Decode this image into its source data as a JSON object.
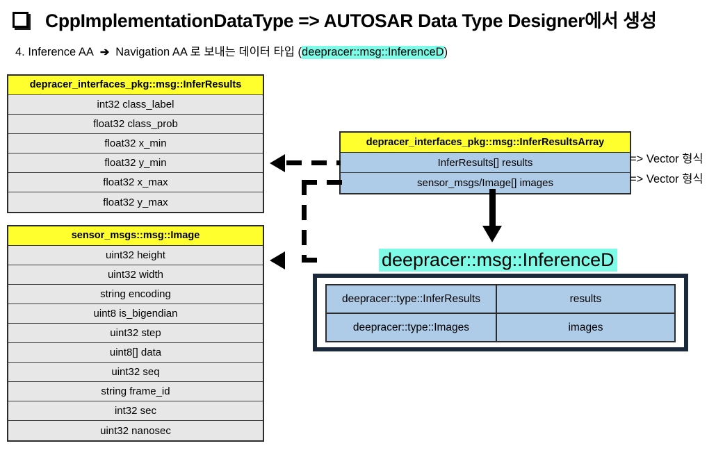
{
  "header": {
    "bullet_icon": "square-bullet-icon",
    "title": "CppImplementationDataType => AUTOSAR Data Type Designer에서 생성",
    "subtitle": {
      "prefix": "4. Inference AA",
      "arrow_glyph": "➔",
      "middle": "Navigation AA 로 보내는 데이터 타입",
      "paren_open": "(",
      "highlighted_type": "deepracer::msg::InferenceD",
      "paren_close": ")"
    }
  },
  "tables": {
    "infer_results": {
      "header": "depracer_interfaces_pkg::msg::InferResults",
      "fields": [
        "int32 class_label",
        "float32 class_prob",
        "float32 x_min",
        "float32 y_min",
        "float32 x_max",
        "float32 y_max"
      ]
    },
    "sensor_image": {
      "header": "sensor_msgs::msg::Image",
      "fields": [
        "uint32 height",
        "uint32 width",
        "string encoding",
        "uint8 is_bigendian",
        "uint32 step",
        "uint8[] data",
        "uint32 seq",
        "string frame_id",
        "int32 sec",
        "uint32 nanosec"
      ]
    },
    "infer_results_array": {
      "header": "depracer_interfaces_pkg::msg::InferResultsArray",
      "fields": [
        "InferResults[] results",
        "sensor_msgs/Image[] images"
      ]
    }
  },
  "annotations": {
    "vector_results": "=> Vector 형식",
    "vector_images": "=> Vector 형식"
  },
  "inference_d": {
    "title": "deepracer::msg::InferenceD",
    "rows": [
      {
        "type": "deepracer::type::InferResults",
        "name": "results"
      },
      {
        "type": "deepracer::type::Images",
        "name": "images"
      }
    ]
  },
  "colors": {
    "header_yellow": "#ffff2e",
    "row_grey": "#e7e7e7",
    "row_blue": "#aecbe8",
    "highlight_cyan": "#7dfbe6",
    "box_border": "#1b2a3a"
  }
}
